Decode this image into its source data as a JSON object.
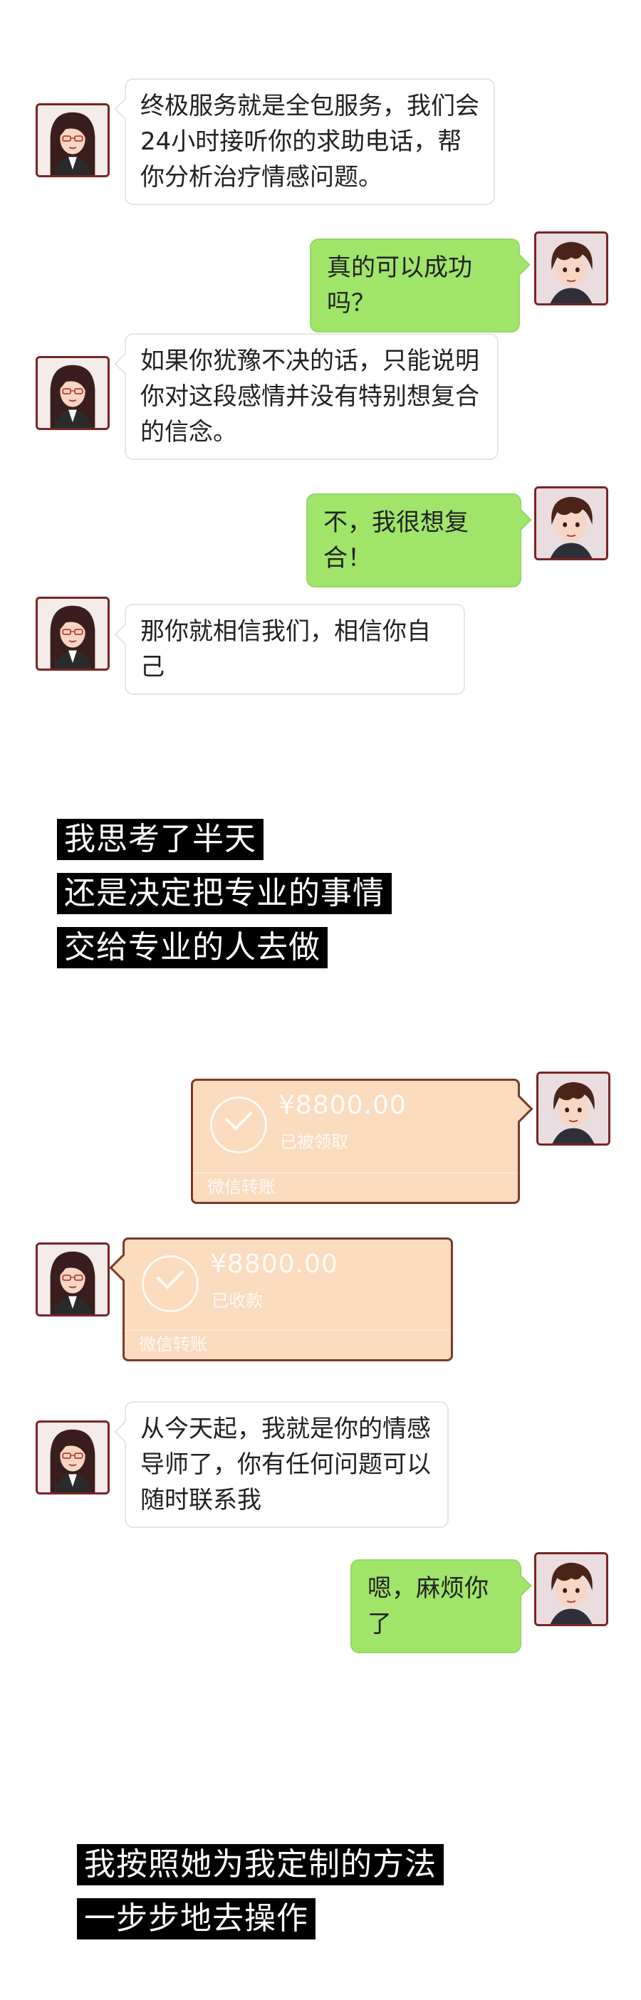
{
  "messages": [
    {
      "text": "终极服务就是全包服务，我们会24小时接听你的求助电话，帮你分析治疗情感问题。"
    },
    {
      "text": "真的可以成功吗？"
    },
    {
      "text": "如果你犹豫不决的话，只能说明你对这段感情并没有特别想复合的信念。"
    },
    {
      "text": "不，我很想复合！"
    },
    {
      "text": "那你就相信我们，相信你自己"
    },
    {
      "text": "从今天起，我就是你的情感导师了，你有任何问题可以随时联系我"
    },
    {
      "text": "嗯，麻烦你了"
    }
  ],
  "captions": {
    "first": [
      "我思考了半天",
      "还是决定把专业的事情",
      "交给专业的人去做"
    ],
    "second": [
      "我按照她为我定制的方法",
      "一步步地去操作"
    ]
  },
  "transfers": [
    {
      "amount": "¥8800.00",
      "status": "已被领取",
      "footer": "微信转账"
    },
    {
      "amount": "¥8800.00",
      "status": "已收款",
      "footer": "微信转账"
    }
  ],
  "colors": {
    "green_bubble": "#a1e46a",
    "transfer_bg": "#fbdcbe",
    "avatar_border": "#7a2424"
  }
}
